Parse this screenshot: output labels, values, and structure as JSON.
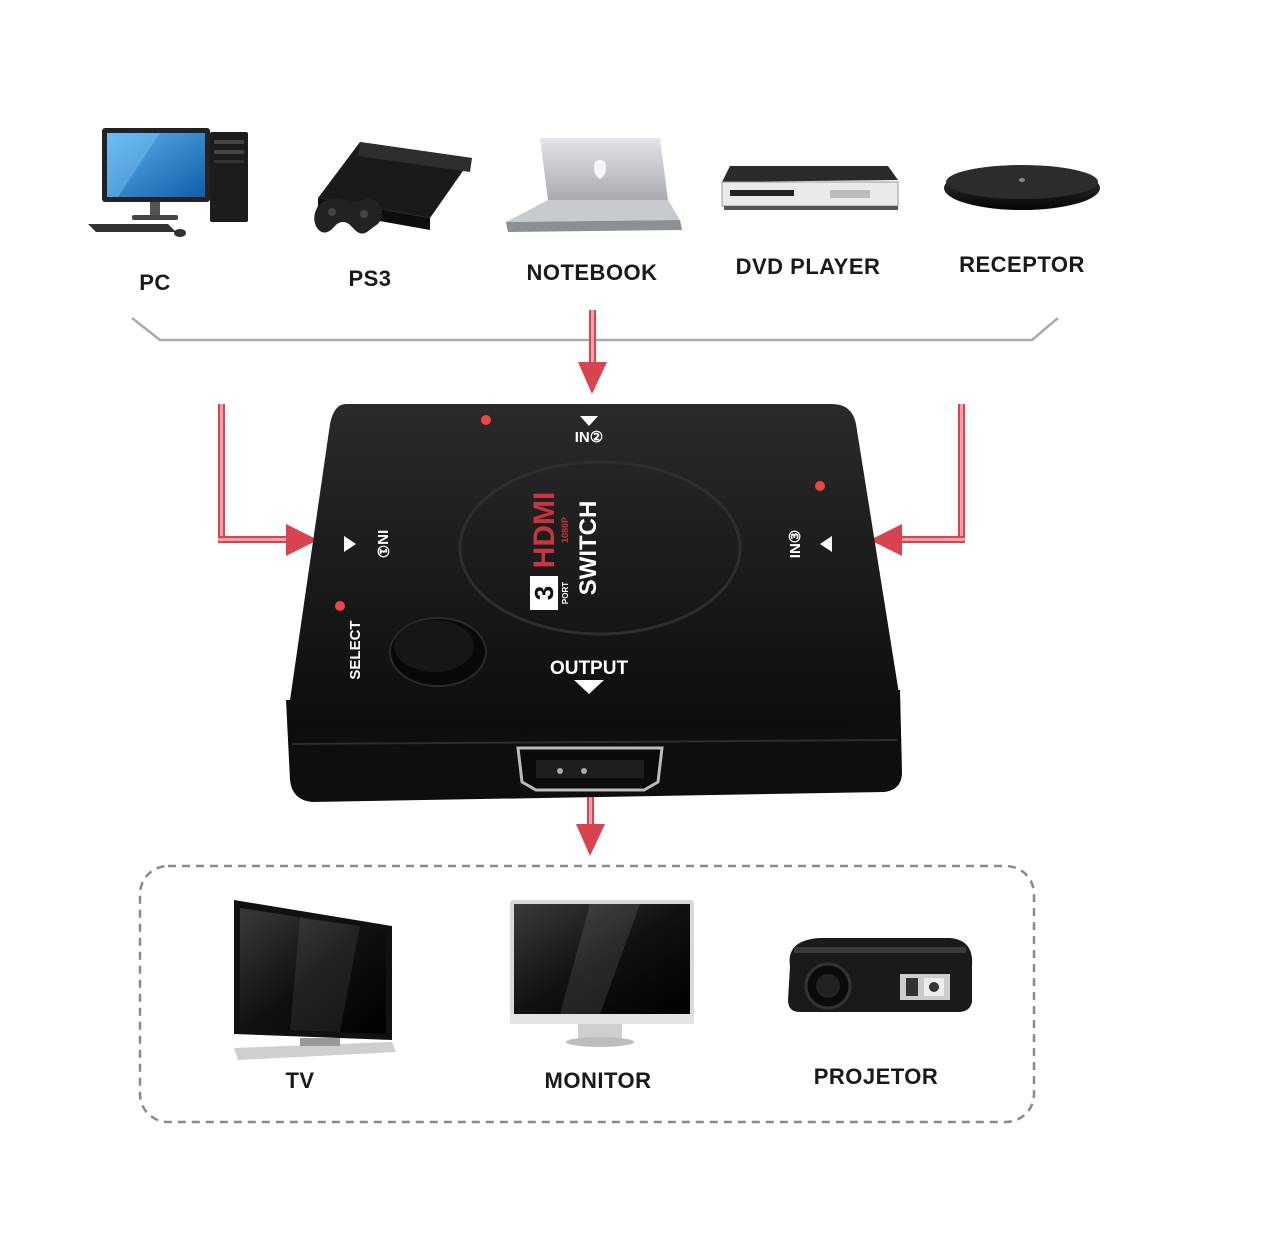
{
  "inputs": {
    "pc": "PC",
    "ps3": "PS3",
    "notebook": "NOTEBOOK",
    "dvd": "DVD PLAYER",
    "receptor": "RECEPTOR"
  },
  "outputs": {
    "tv": "TV",
    "monitor": "MONITOR",
    "projetor": "PROJETOR"
  },
  "device": {
    "in1": "IN①",
    "in2": "IN②",
    "in3": "IN③",
    "select": "SELECT",
    "output": "OUTPUT",
    "brand_hdmi": "HDMI",
    "brand_res": "1080P",
    "brand_3": "3",
    "brand_port": "PORT",
    "brand_switch": "SWITCH"
  },
  "colors": {
    "arrow": "#d9434f",
    "connector": "#aaaaaa",
    "device_body": "#141414"
  }
}
